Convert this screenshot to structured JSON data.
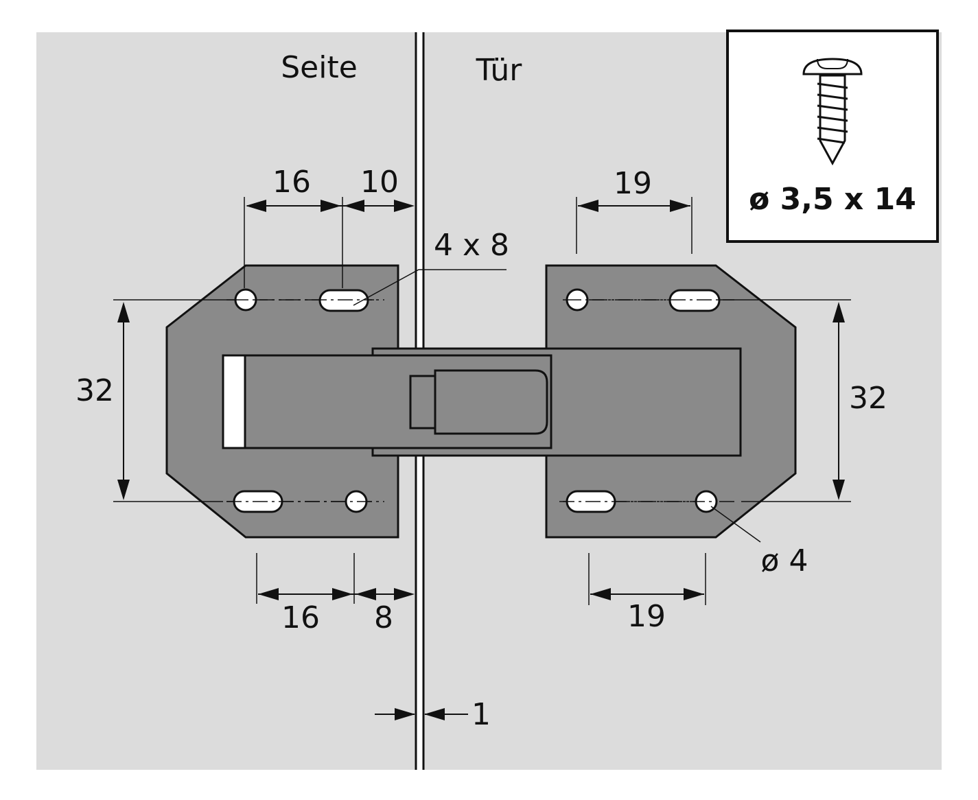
{
  "labels": {
    "side": "Seite",
    "door": "Tür",
    "slot": "4 x 8",
    "hole_diameter": "ø 4",
    "gap": "1"
  },
  "dimensions": {
    "left_top_a": "16",
    "left_top_b": "10",
    "left_bottom_a": "16",
    "left_bottom_b": "8",
    "right_top": "19",
    "right_bottom": "19",
    "left_height": "32",
    "right_height": "32"
  },
  "screw": {
    "label": "ø 3,5 x 14",
    "icon": "screw-icon"
  },
  "colors": {
    "background": "#dcdcdc",
    "plate": "#8a8a8a",
    "outline": "#111111"
  }
}
